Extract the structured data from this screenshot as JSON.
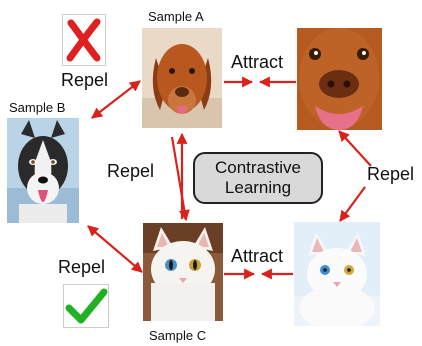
{
  "samples": {
    "a": "Sample A",
    "b": "Sample B",
    "c": "Sample C"
  },
  "edges": {
    "repel_top_left": "Repel",
    "attract_top": "Attract",
    "repel_middle": "Repel",
    "repel_right": "Repel",
    "repel_bottom_left": "Repel",
    "attract_bottom": "Attract"
  },
  "center": {
    "line1": "Contrastive",
    "line2": "Learning"
  },
  "icons": {
    "top_mark": "cross-icon",
    "bottom_mark": "check-icon"
  },
  "colors": {
    "arrow": "#d9221c",
    "cross": "#e02020",
    "check": "#22b024",
    "center_fill": "#d9d9d9"
  }
}
